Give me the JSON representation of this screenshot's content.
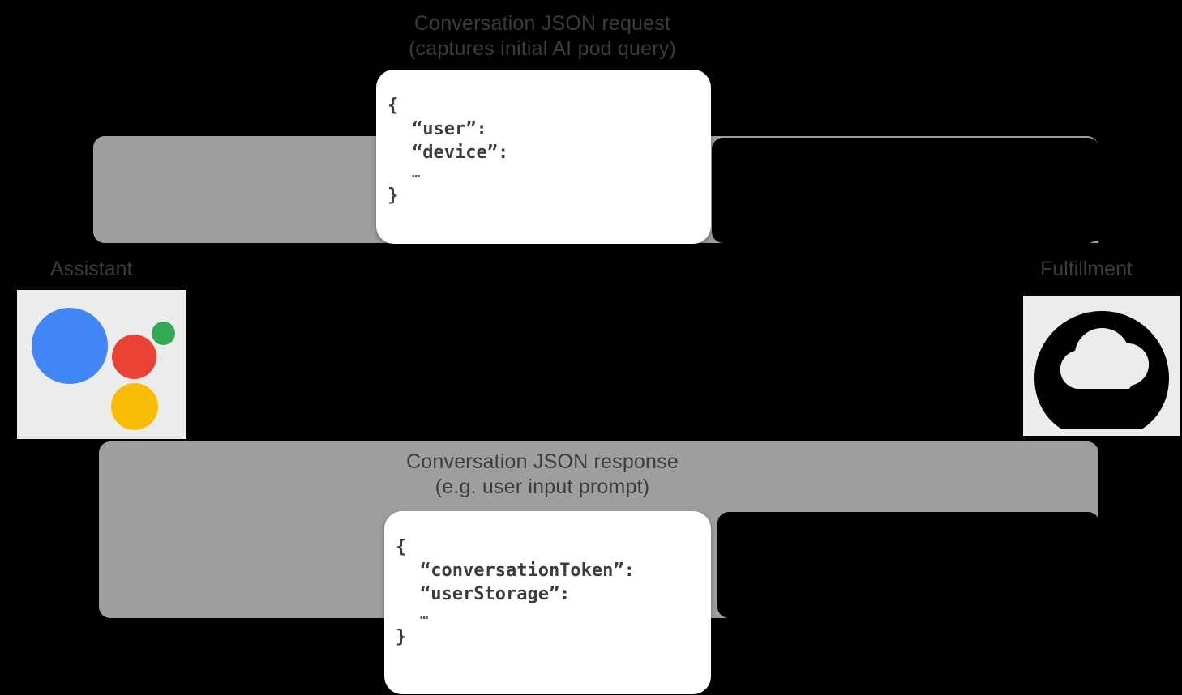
{
  "diagram": {
    "title": "Google Assistant conversation request/response flow",
    "colors": {
      "background": "#000000",
      "band": "#9e9e9e",
      "card": "#ffffff",
      "text": "#3c3c3c",
      "icon_tile": "#ececec",
      "assistant_blue": "#4285f4",
      "assistant_red": "#ea4335",
      "assistant_green": "#34a853",
      "assistant_yellow": "#fbbc05"
    }
  },
  "flow_request": {
    "label_primary": "Conversation JSON request",
    "label_secondary": "(captures initial AI pod query)",
    "arrow_direction": "assistant-to-fulfillment",
    "json": {
      "open_brace": "{",
      "line1": "“user”:",
      "line2": "“device”:",
      "ellipsis": "…",
      "close_brace": "}"
    }
  },
  "flow_response": {
    "label_primary": "Conversation JSON response",
    "label_secondary": "(e.g. user input prompt)",
    "arrow_direction": "fulfillment-to-assistant",
    "json": {
      "open_brace": "{",
      "line1": "“conversationToken”:",
      "line2": "“userStorage”:",
      "ellipsis": "…",
      "close_brace": "}"
    }
  },
  "nodes": {
    "assistant": {
      "label": "Assistant",
      "icon": "google-assistant-icon"
    },
    "fulfillment": {
      "label": "Fulfillment",
      "icon": "cloud-functions-icon"
    }
  }
}
